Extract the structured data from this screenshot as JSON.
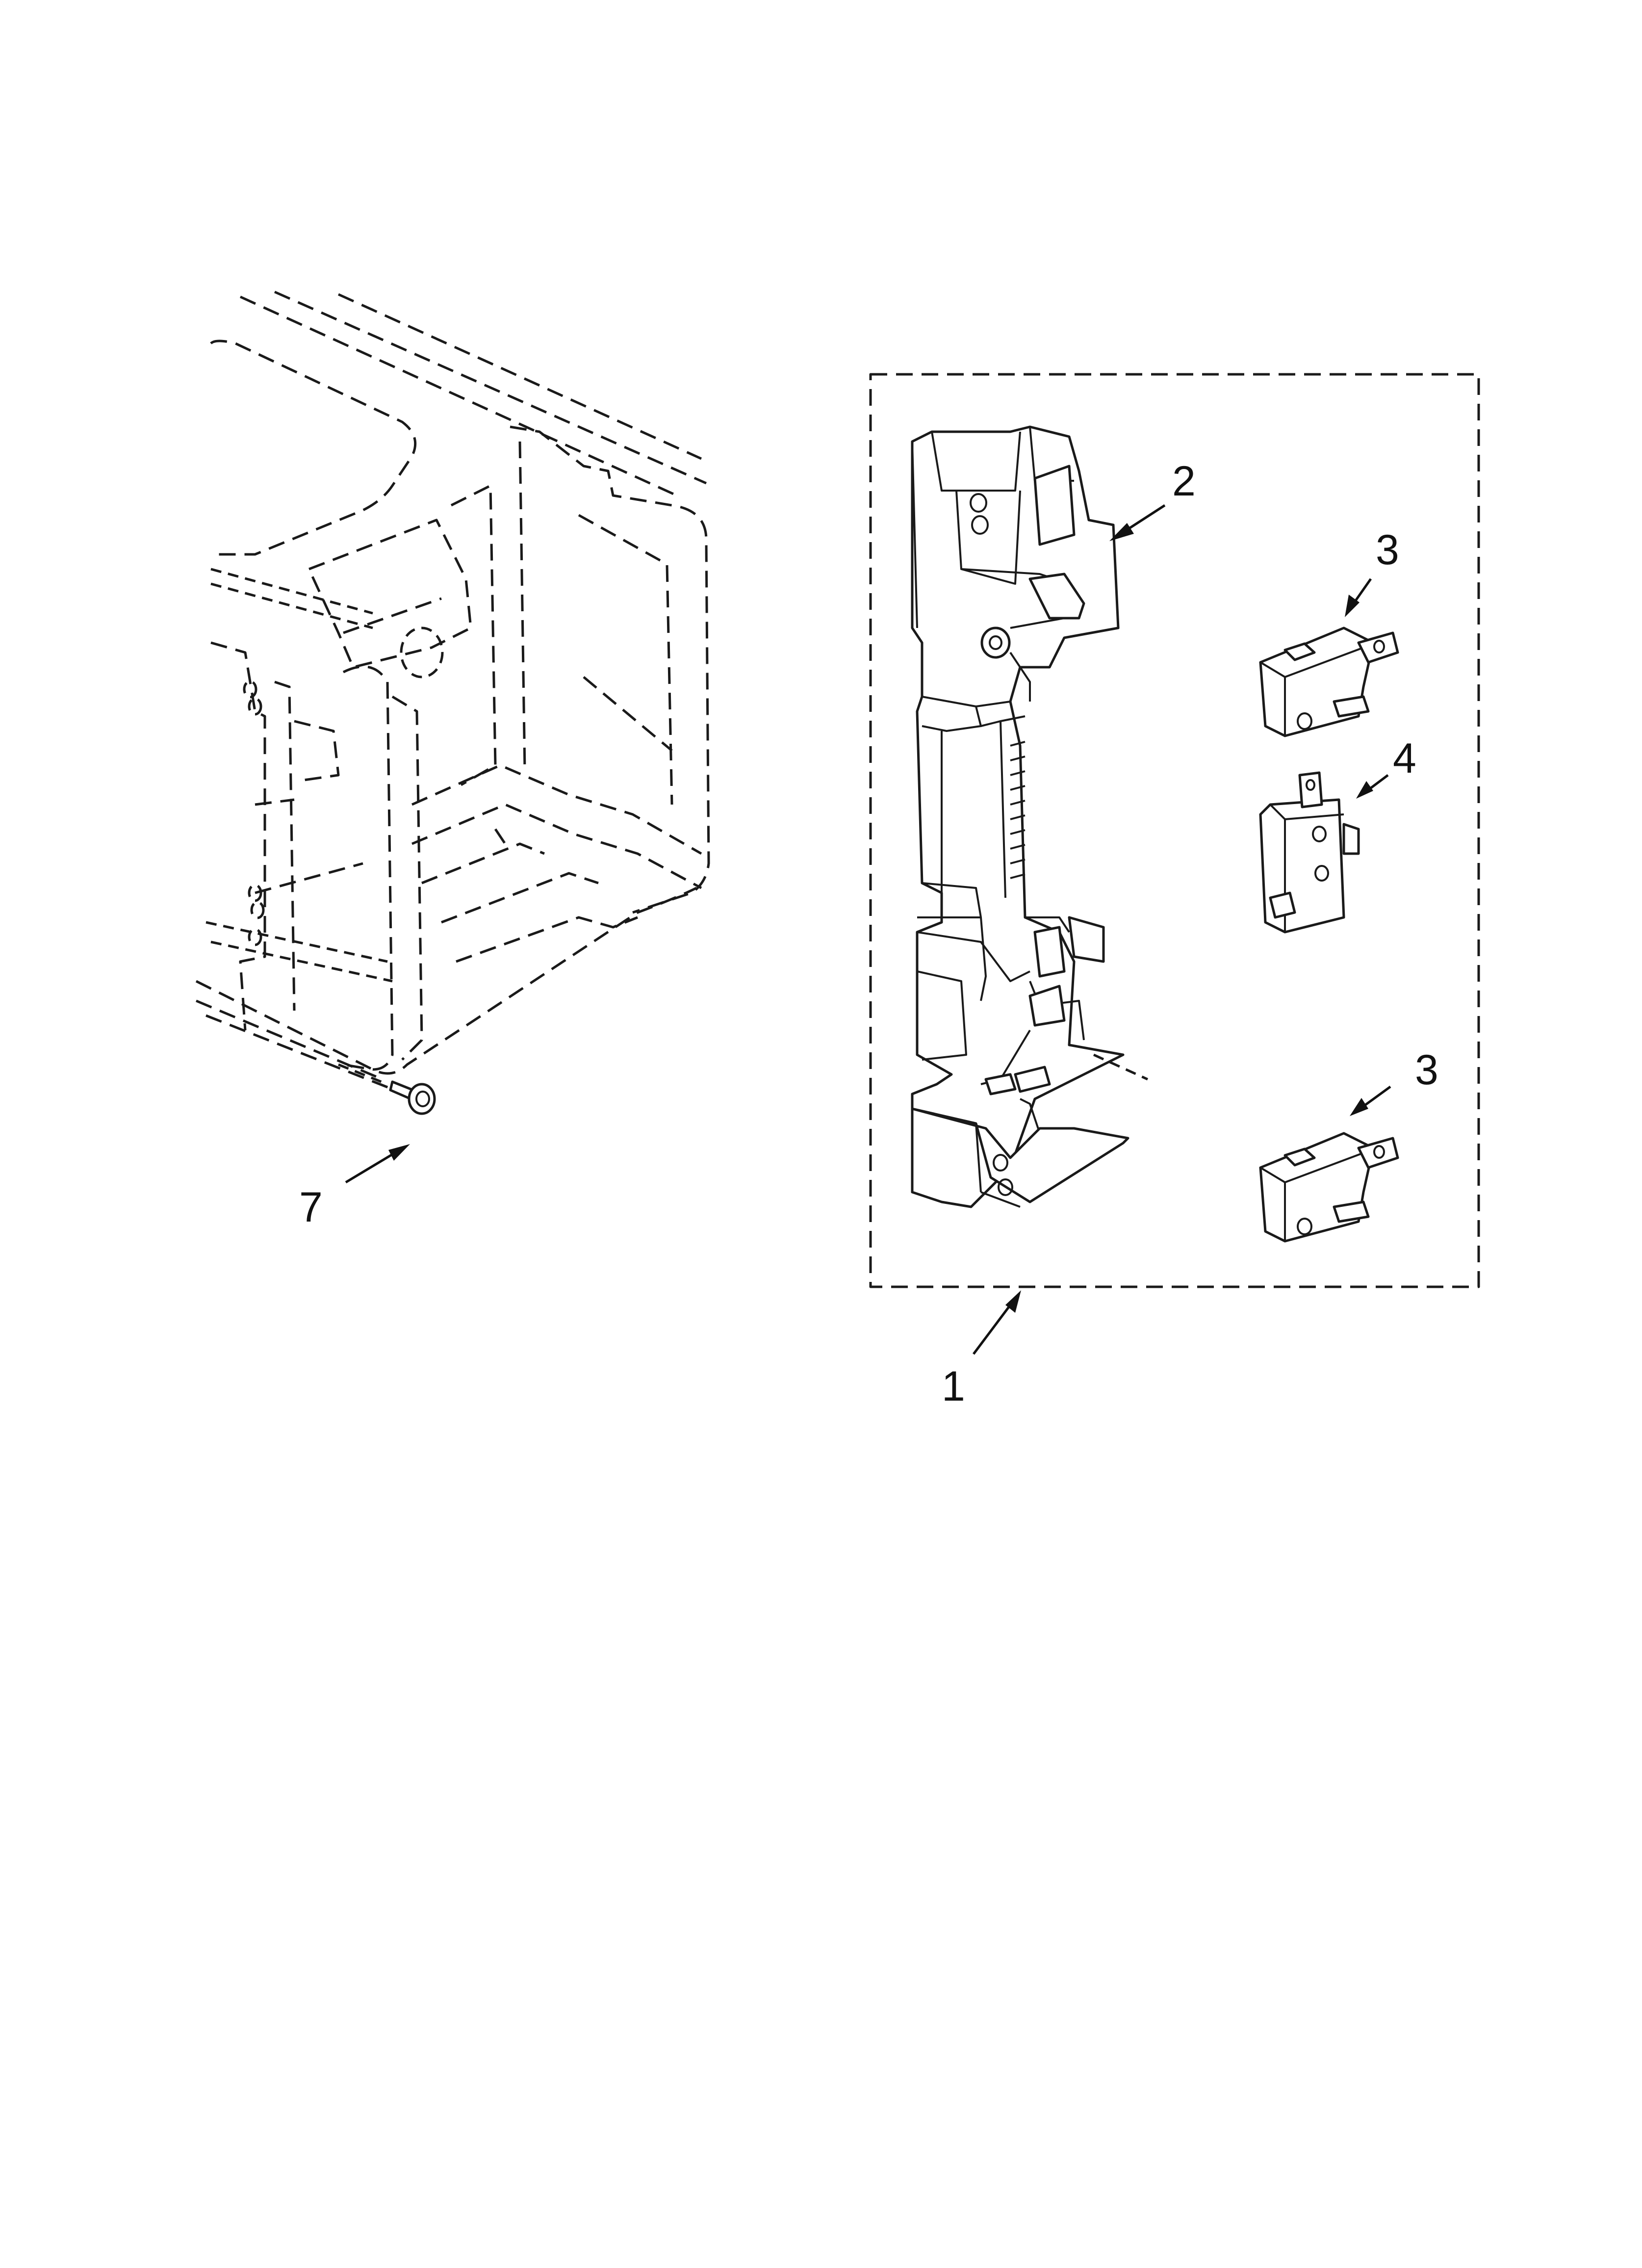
{
  "diagram": {
    "callouts": [
      {
        "id": "callout-1",
        "text": "1"
      },
      {
        "id": "callout-2",
        "text": "2"
      },
      {
        "id": "callout-3a",
        "text": "3"
      },
      {
        "id": "callout-3b",
        "text": "3"
      },
      {
        "id": "callout-4",
        "text": "4"
      },
      {
        "id": "callout-7",
        "text": "7"
      }
    ],
    "colors": {
      "line": "#1a1a1a",
      "background": "#ffffff"
    }
  }
}
